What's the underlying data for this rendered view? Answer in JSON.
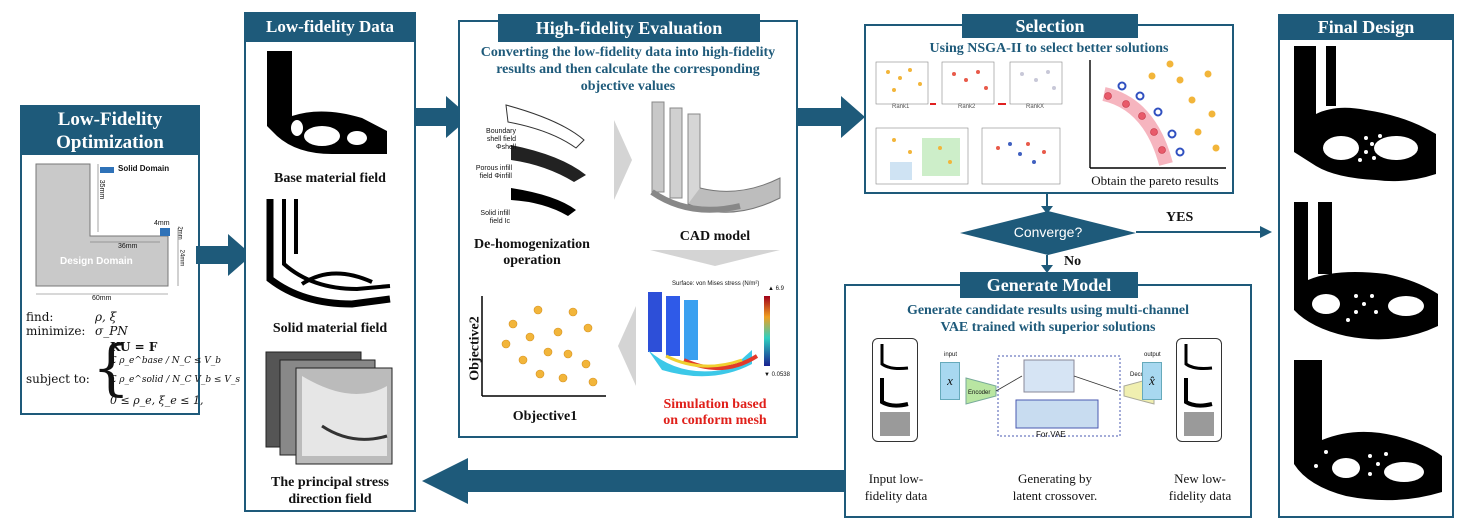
{
  "lowfid_opt": {
    "title_line1": "Low-Fidelity",
    "title_line2": "Optimization",
    "legend_solid": "Solid Domain",
    "design_domain": "Design Domain",
    "dim_35": "35mm",
    "dim_36": "36mm",
    "dim_60": "60mm",
    "dim_4": "4mm",
    "dim_2": "2mm",
    "dim_24": "24mm",
    "find_label": "find:",
    "find_value": "ρ, ξ",
    "minimize_label": "minimize:",
    "minimize_value": "σ_PN",
    "subject_label": "subject to:",
    "constraint_1": "KU = F",
    "constraint_2": "Σ ρ_e^base / N_C ≤ V_b",
    "constraint_3": "Σ ρ_e^solid / N_C V_b ≤ V_s",
    "constraint_4": "0 ≤ ρ_e, ξ_e ≤ 1,"
  },
  "lowfid_data": {
    "title": "Low-fidelity Data",
    "cap_base": "Base material field",
    "cap_solid": "Solid material field",
    "cap_stress_1": "The principal stress",
    "cap_stress_2": "direction field"
  },
  "hifi": {
    "title": "High-fidelity Evaluation",
    "subtitle_1": "Converting the low-fidelity data into high-fidelity",
    "subtitle_2": "results and then calculate the corresponding",
    "subtitle_3": "objective values",
    "dehom_1": "De-homogenization",
    "dehom_2": "operation",
    "cad": "CAD model",
    "obj2": "Objective2",
    "obj1": "Objective1",
    "sim_1": "Simulation based",
    "sim_2": "on conform mesh",
    "lbl_boundary": "Boundary shell field Φshell",
    "lbl_porous": "Porous infill field Φinfill",
    "lbl_solid": "Solid infill field Ic",
    "lbl_stress_scale": "Surface: von Mises stress (N/m²)",
    "lbl_max": "▲ 6.9",
    "lbl_min": "▼ 0.0538"
  },
  "selection": {
    "title": "Selection",
    "subtitle": "Using NSGA-II to select better solutions",
    "pareto": "Obtain the pareto results",
    "rank1": "Rank1",
    "rank2": "Rank2",
    "rankx": "RankX"
  },
  "decision": {
    "label": "Converge?",
    "yes": "YES",
    "no": "No"
  },
  "generate": {
    "title": "Generate Model",
    "subtitle_1": "Generate candidate results using multi-channel",
    "subtitle_2": "VAE trained with superior solutions",
    "input_1": "Input low-",
    "input_2": "fidelity data",
    "gen_1": "Generating by",
    "gen_2": "latent crossover.",
    "new_1": "New low-",
    "new_2": "fidelity data",
    "lbl_input": "input",
    "lbl_output": "output",
    "lbl_x": "x",
    "lbl_xhat": "x̂",
    "lbl_encoder": "Encoder",
    "lbl_decoder": "Decoder",
    "lbl_for_vae": "For VAE"
  },
  "final": {
    "title": "Final Design"
  },
  "colors": {
    "accent": "#1e5a7a",
    "red_text": "#e0201a",
    "dot": "#f2b53a"
  }
}
